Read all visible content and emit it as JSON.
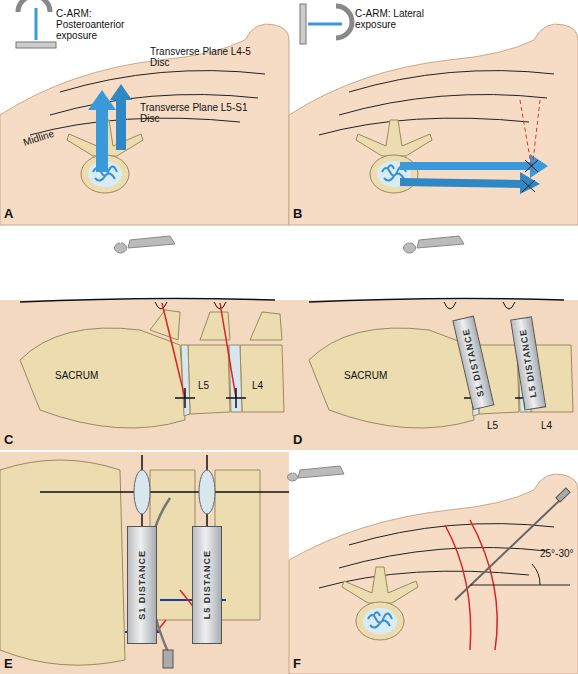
{
  "diagram": {
    "nodes": [
      {
        "text": [
          "S1 DISTANCE"
        ]
      },
      {
        "text": [
          "L5 DISTANCE"
        ]
      },
      {
        "text": [
          "S1 DISTANCE"
        ]
      },
      {
        "text": [
          "L5 DISTANCE"
        ]
      }
    ],
    "labels": [
      "C-ARM: Posteroanterior exposure",
      "Transverse Plane L4-5 Disc",
      "Midline",
      "Transverse Plane L5-S1 Disc",
      "A",
      "C-ARM: Lateral exposure",
      "B",
      "SACRUM",
      "L5",
      "L4",
      "C",
      "SACRUM",
      "L5",
      "L4",
      "D",
      "E",
      "F",
      "25°-30°"
    ]
  }
}
